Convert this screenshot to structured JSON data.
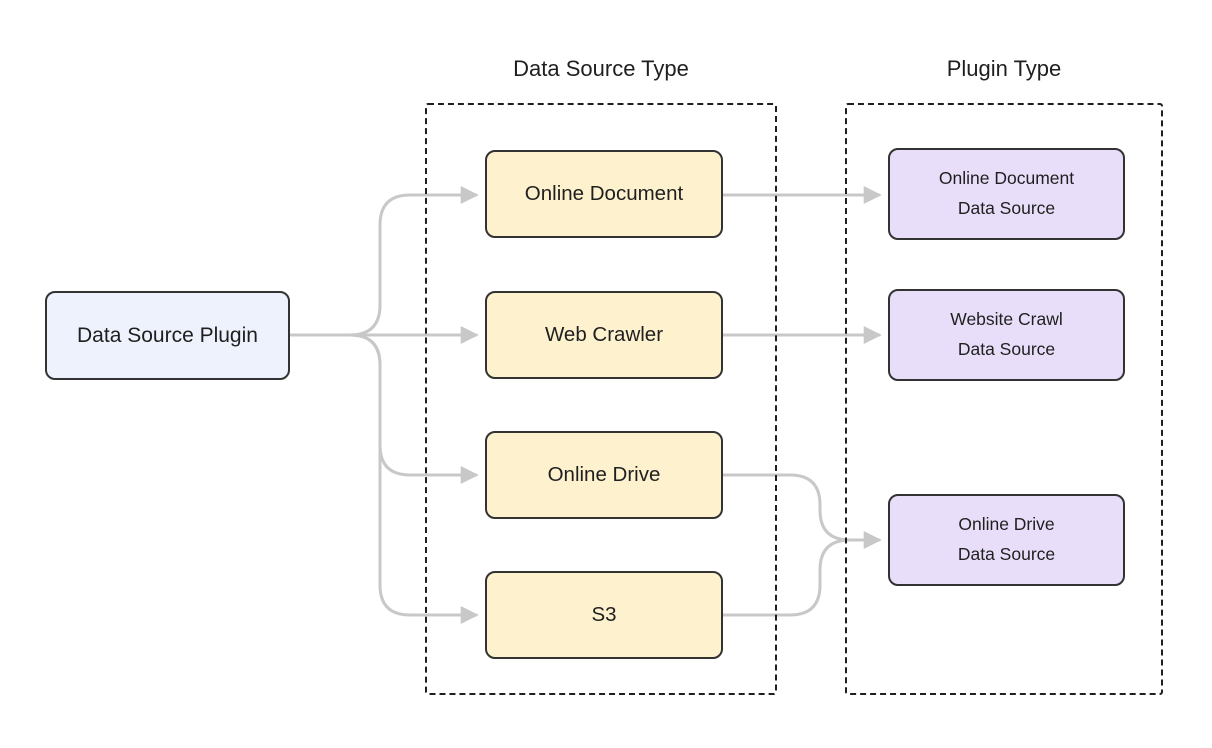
{
  "diagram": {
    "root": {
      "label": "Data Source Plugin"
    },
    "source_group": {
      "title": "Data Source Type",
      "nodes": [
        {
          "label": "Online Document"
        },
        {
          "label": "Web Crawler"
        },
        {
          "label": "Online Drive"
        },
        {
          "label": "S3"
        }
      ]
    },
    "plugin_group": {
      "title": "Plugin Type",
      "nodes": [
        {
          "line1": "Online Document",
          "line2": "Data Source"
        },
        {
          "line1": "Website Crawl",
          "line2": "Data Source"
        },
        {
          "line1": "Online Drive",
          "line2": "Data Source"
        }
      ]
    },
    "colors": {
      "root_fill": "#eef2fc",
      "source_fill": "#fdf1ce",
      "plugin_fill": "#e8def9",
      "node_border": "#333333",
      "group_border": "#1f1f1f",
      "edge": "#c8c8c8",
      "background": "#ffffff"
    }
  }
}
